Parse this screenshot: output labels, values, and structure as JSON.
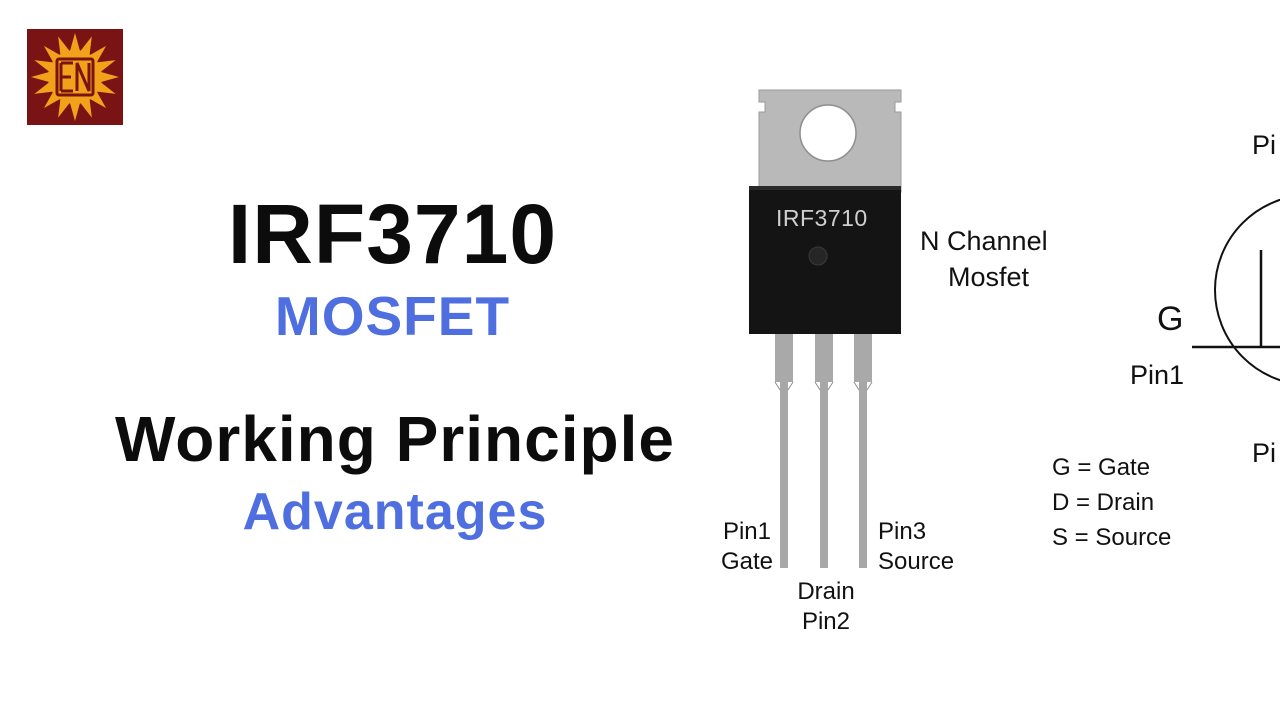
{
  "heading": {
    "part_number": "IRF3710",
    "type": "MOSFET",
    "topic": "Working Principle",
    "subtopic": "Advantages"
  },
  "package": {
    "marking": "IRF3710",
    "channel_line1": "N Channel",
    "channel_line2": "Mosfet",
    "pin1_line1": "Pin1",
    "pin1_line2": "Gate",
    "pin2_line1": "Drain",
    "pin2_line2": "Pin2",
    "pin3_line1": "Pin3",
    "pin3_line2": "Source"
  },
  "legend": {
    "gate": "G = Gate",
    "drain": "D = Drain",
    "source": "S = Source"
  },
  "symbol": {
    "gate_letter": "G",
    "gate_pin": "Pin1",
    "top_pin_partial": "Pi",
    "bottom_pin_partial": "Pi"
  },
  "colors": {
    "accent_blue": "#4f6fe0",
    "logo_bg": "#7a1313",
    "logo_sun": "#f2a21a",
    "package_body": "#141414",
    "metal_tab": "#b9b9b9",
    "leads": "#a7a7a7"
  },
  "icons": {
    "logo": "sun-monogram-logo"
  }
}
